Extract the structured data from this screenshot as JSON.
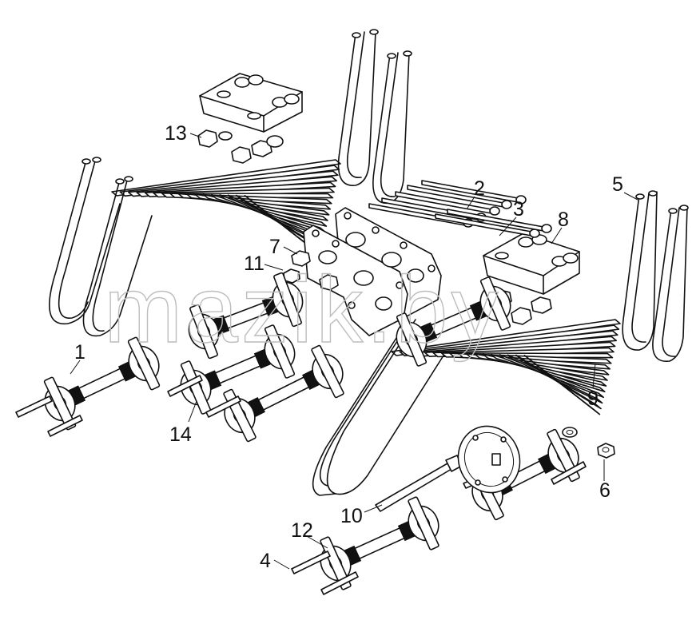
{
  "watermark": "mazik.by",
  "callouts": {
    "c1": "1",
    "c2": "2",
    "c3": "3",
    "c4": "4",
    "c5": "5",
    "c6": "6",
    "c7": "7",
    "c8": "8",
    "c9": "9",
    "c10": "10",
    "c11": "11",
    "c12": "12",
    "c13": "13",
    "c14": "14"
  }
}
